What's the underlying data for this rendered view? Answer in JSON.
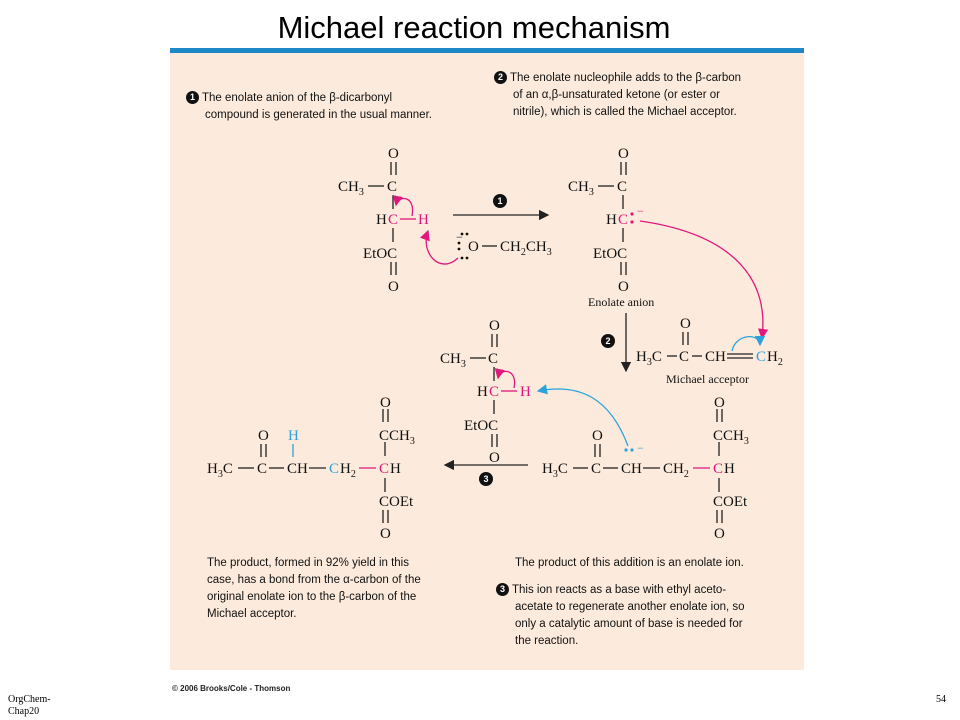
{
  "slide": {
    "title": "Michael reaction mechanism",
    "footer_left_1": "OrgChem-",
    "footer_left_2": "Chap20",
    "page_number": "54",
    "copyright": "© 2006 Brooks/Cole - Thomson"
  },
  "steps": {
    "s1_num": "1",
    "s1_l1": "The enolate anion of the β-dicarbonyl",
    "s1_l2": "compound is generated in the usual manner.",
    "s2_num": "2",
    "s2_l1": "The enolate nucleophile adds to the β-carbon",
    "s2_l2": "of an α,β-unsaturated ketone (or ester or",
    "s2_l3": "nitrile), which is called the Michael acceptor.",
    "product_l1": "The product, formed in 92% yield in this",
    "product_l2": "case, has a bond from the α-carbon of the",
    "product_l3": "original enolate ion to the β-carbon of the",
    "product_l4": "Michael acceptor.",
    "addition_l1": "The product of this addition is an enolate ion.",
    "s3_num": "3",
    "s3_l1": "This ion reacts as a base with ethyl aceto-",
    "s3_l2": "acetate to regenerate another enolate ion, so",
    "s3_l3": "only a catalytic amount of base is needed for",
    "s3_l4": "the reaction."
  },
  "labels": {
    "enolate_anion": "Enolate anion",
    "michael_acceptor": "Michael acceptor",
    "arrow1": "1",
    "arrow2": "2",
    "arrow3": "3"
  },
  "colors": {
    "accent_bar": "#1e88c7",
    "panel": "#fcebdc",
    "magenta": "#e0177c",
    "cyan": "#2aa3dd"
  }
}
